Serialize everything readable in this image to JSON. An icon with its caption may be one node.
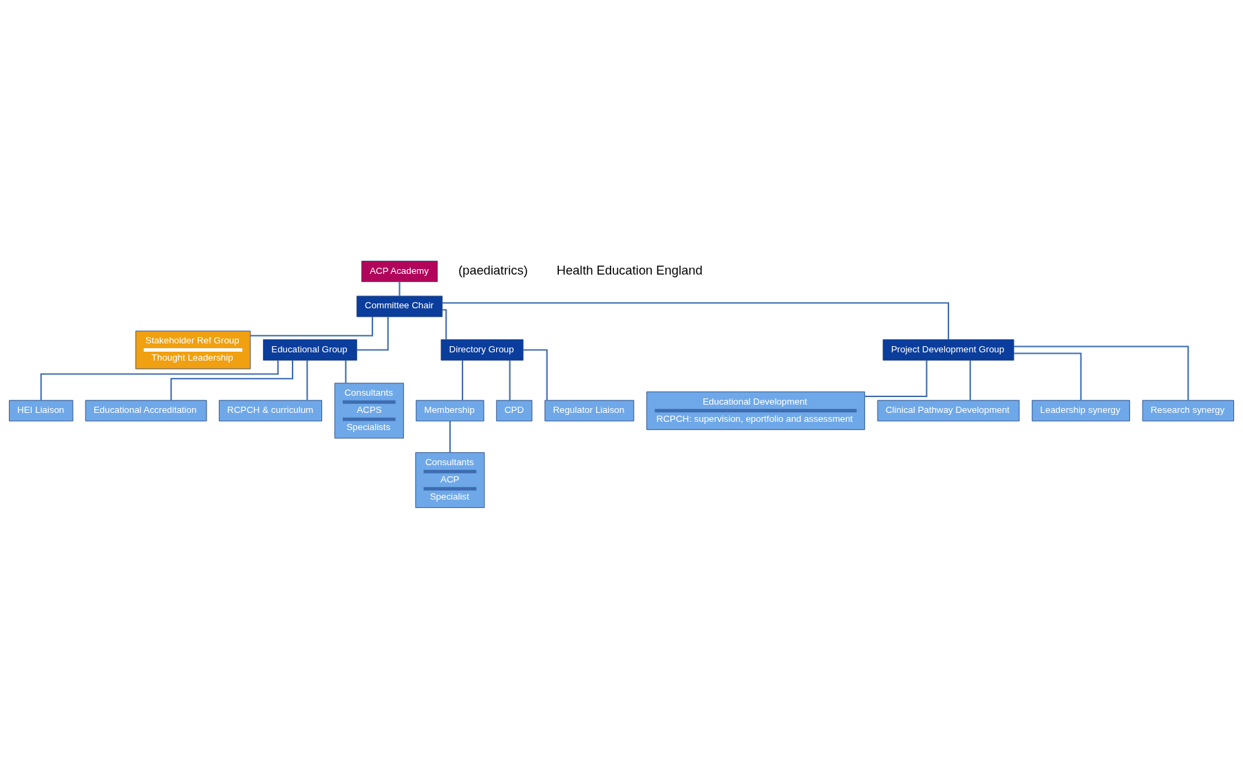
{
  "diagram": {
    "nodes": [
      {
        "text": [
          "ACP Academy"
        ]
      },
      {
        "text": [
          "Committee Chair"
        ]
      },
      {
        "text": [
          "Stakeholder Ref Group",
          "Thought Leadership"
        ]
      },
      {
        "text": [
          "Educational Group"
        ]
      },
      {
        "text": [
          "Directory Group"
        ]
      },
      {
        "text": [
          "Project Development Group"
        ]
      },
      {
        "text": [
          "HEI Liaison"
        ]
      },
      {
        "text": [
          "Educational Accreditation"
        ]
      },
      {
        "text": [
          "RCPCH & curriculum"
        ]
      },
      {
        "text": [
          "Consultants",
          "ACPS",
          "Specialists"
        ]
      },
      {
        "text": [
          "Membership"
        ]
      },
      {
        "text": [
          "CPD"
        ]
      },
      {
        "text": [
          "Regulator Liaison"
        ]
      },
      {
        "text": [
          "Consultants",
          "ACP",
          "Specialist"
        ]
      },
      {
        "text": [
          "Educational Development",
          "RCPCH: supervision, eportfolio and assessment"
        ]
      },
      {
        "text": [
          "Clinical Pathway Development"
        ]
      },
      {
        "text": [
          "Leadership synergy"
        ]
      },
      {
        "text": [
          "Research synergy"
        ]
      }
    ],
    "edges": [
      {
        "from": 0,
        "to": 1,
        "arrow": "none"
      },
      {
        "from": 1,
        "to": 2,
        "arrow": "none"
      },
      {
        "from": 1,
        "to": 3,
        "arrow": "none"
      },
      {
        "from": 1,
        "to": 4,
        "arrow": "none"
      },
      {
        "from": 1,
        "to": 5,
        "arrow": "none"
      },
      {
        "from": 3,
        "to": 6,
        "arrow": "none"
      },
      {
        "from": 3,
        "to": 7,
        "arrow": "none"
      },
      {
        "from": 3,
        "to": 8,
        "arrow": "none"
      },
      {
        "from": 3,
        "to": 9,
        "arrow": "none"
      },
      {
        "from": 4,
        "to": 10,
        "arrow": "none"
      },
      {
        "from": 4,
        "to": 11,
        "arrow": "none"
      },
      {
        "from": 4,
        "to": 12,
        "arrow": "none"
      },
      {
        "from": 10,
        "to": 13,
        "arrow": "none"
      },
      {
        "from": 5,
        "to": 14,
        "arrow": "none"
      },
      {
        "from": 5,
        "to": 15,
        "arrow": "none"
      },
      {
        "from": 5,
        "to": 16,
        "arrow": "none"
      },
      {
        "from": 5,
        "to": 17,
        "arrow": "none"
      }
    ],
    "labels": [
      "(paediatrics)",
      "Health Education England"
    ]
  }
}
